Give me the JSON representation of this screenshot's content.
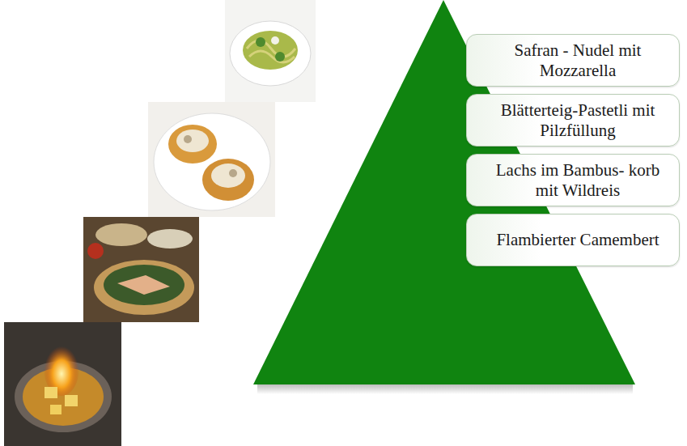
{
  "diagram": {
    "nodes": [
      {
        "text": [
          "Safran - Nudel mit Mozzarella"
        ]
      },
      {
        "text": [
          "Blätterteig-Pastetli mit Pilzfüllung"
        ]
      },
      {
        "text": [
          "Lachs im Bambus- korb mit Wildreis"
        ]
      },
      {
        "text": [
          "Flambierter Camembert"
        ]
      }
    ]
  }
}
